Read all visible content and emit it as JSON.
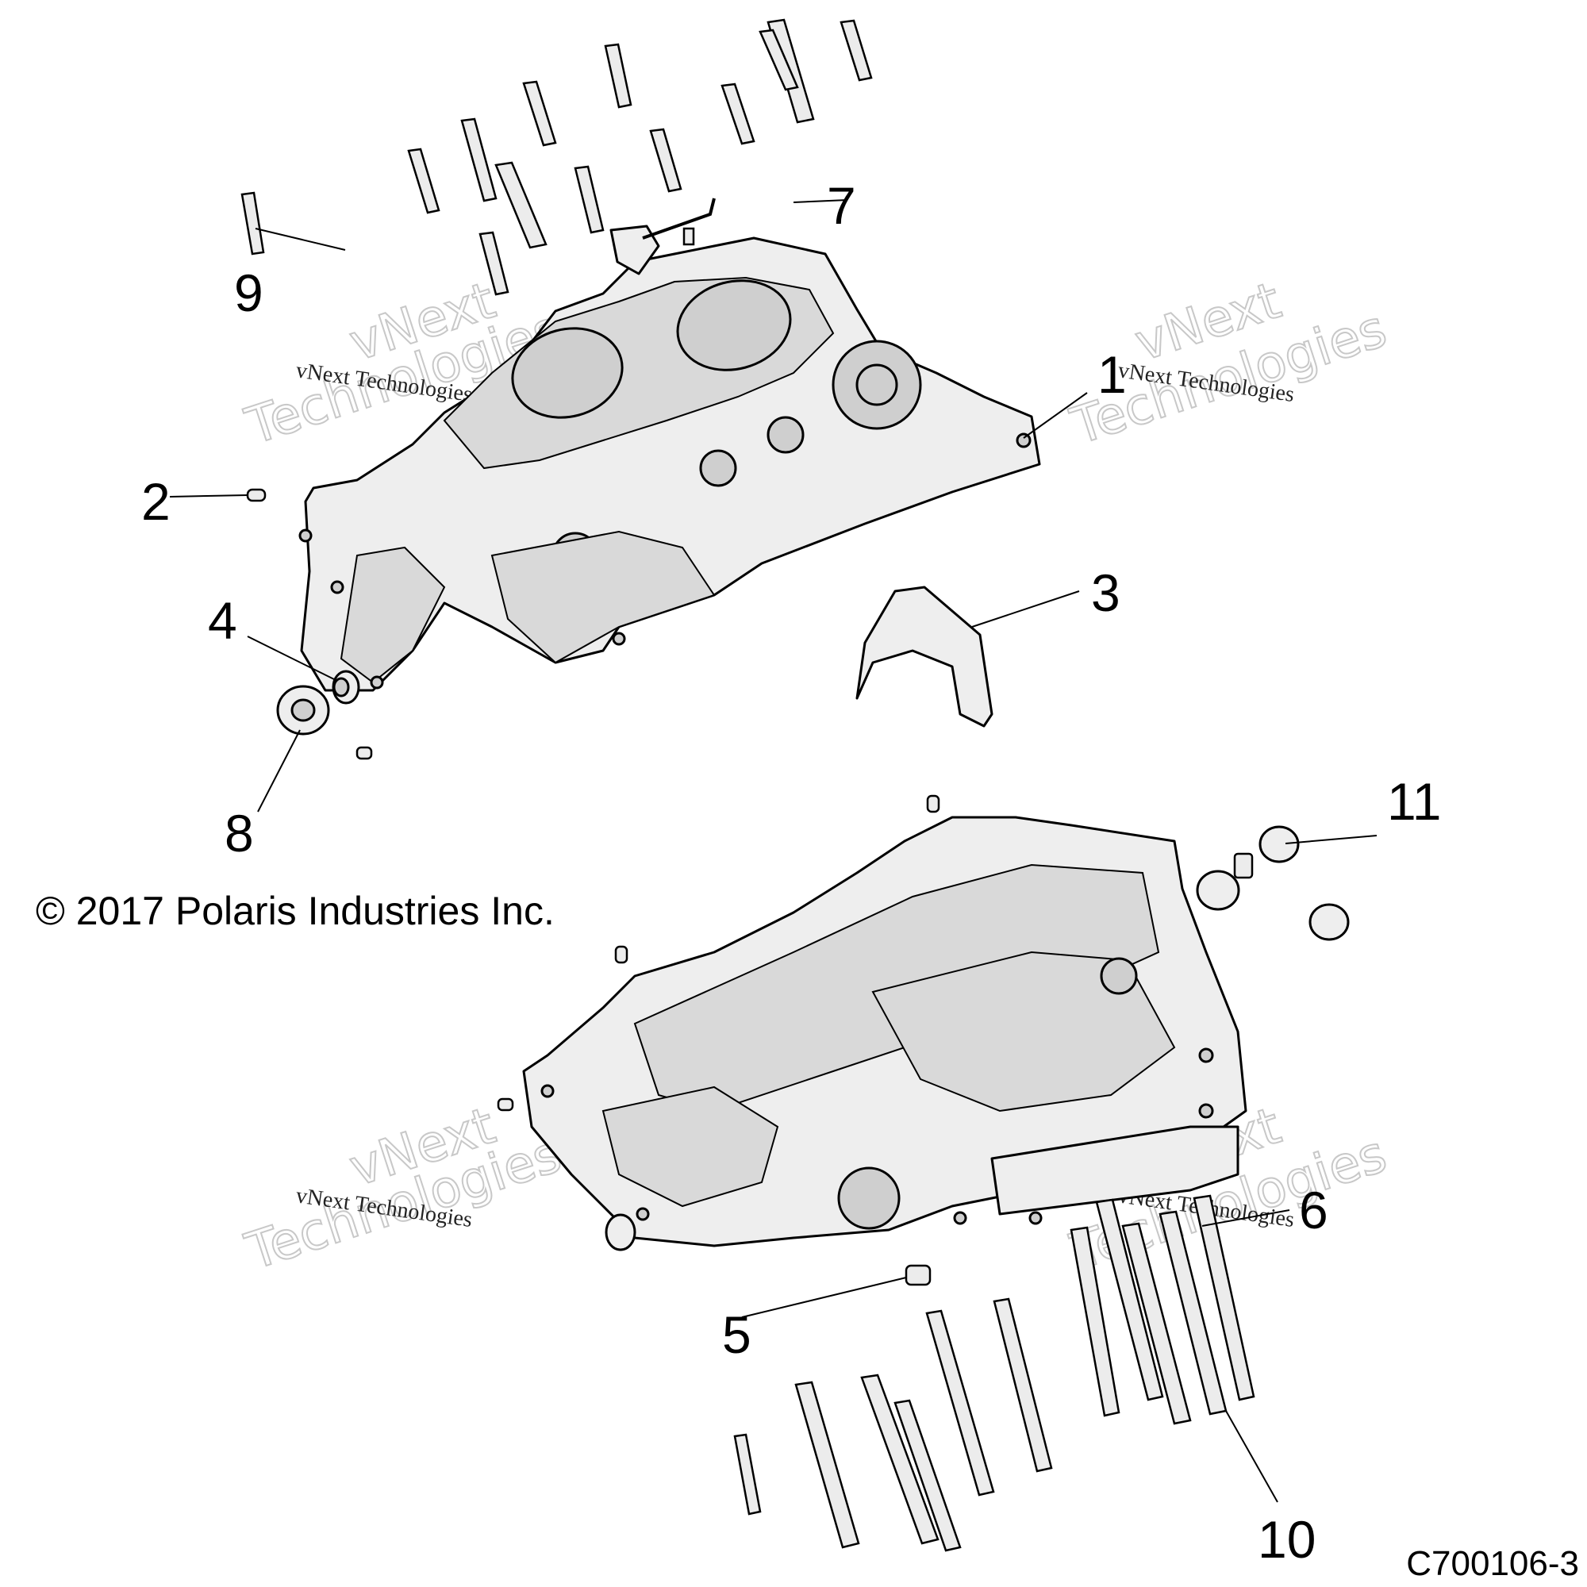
{
  "callouts": [
    {
      "id": "1",
      "label": "1"
    },
    {
      "id": "2",
      "label": "2"
    },
    {
      "id": "3",
      "label": "3"
    },
    {
      "id": "4",
      "label": "4"
    },
    {
      "id": "5",
      "label": "5"
    },
    {
      "id": "6",
      "label": "6"
    },
    {
      "id": "7",
      "label": "7"
    },
    {
      "id": "8",
      "label": "8"
    },
    {
      "id": "9",
      "label": "9"
    },
    {
      "id": "10",
      "label": "10"
    },
    {
      "id": "11",
      "label": "11"
    }
  ],
  "copyright": "© 2017 Polaris Industries Inc.",
  "drawing_number": "C700106-3",
  "watermark": {
    "small_text": "vNext Technologies",
    "large_line1": "vNext",
    "large_line2": "Technologies"
  }
}
